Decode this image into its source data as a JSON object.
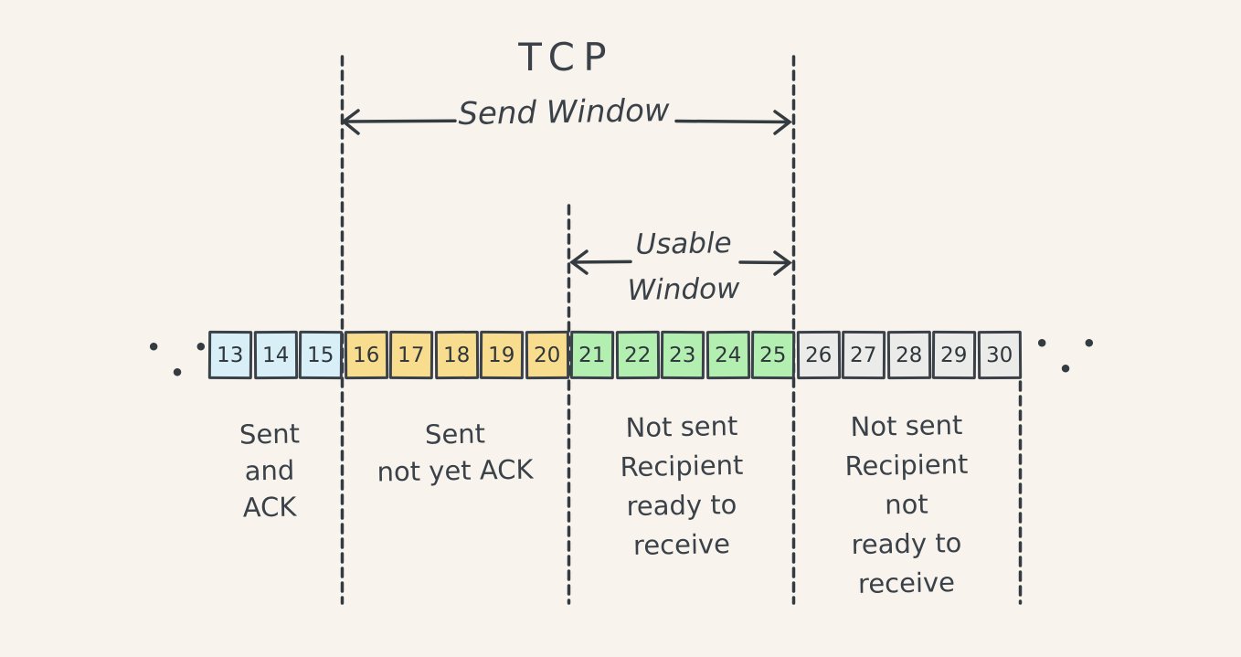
{
  "title": "TCP",
  "send_window": {
    "label": "Send Window"
  },
  "usable_window": {
    "lines": [
      "Usable",
      "Window"
    ]
  },
  "ellipsis": {
    "left": "• • •",
    "right": "• • •"
  },
  "sequence": {
    "cells": [
      {
        "value": "13",
        "group": "sent_acked"
      },
      {
        "value": "14",
        "group": "sent_acked"
      },
      {
        "value": "15",
        "group": "sent_acked"
      },
      {
        "value": "16",
        "group": "sent_not_acked"
      },
      {
        "value": "17",
        "group": "sent_not_acked"
      },
      {
        "value": "18",
        "group": "sent_not_acked"
      },
      {
        "value": "19",
        "group": "sent_not_acked"
      },
      {
        "value": "20",
        "group": "sent_not_acked"
      },
      {
        "value": "21",
        "group": "not_sent_ready"
      },
      {
        "value": "22",
        "group": "not_sent_ready"
      },
      {
        "value": "23",
        "group": "not_sent_ready"
      },
      {
        "value": "24",
        "group": "not_sent_ready"
      },
      {
        "value": "25",
        "group": "not_sent_ready"
      },
      {
        "value": "26",
        "group": "not_sent_not_ready"
      },
      {
        "value": "27",
        "group": "not_sent_not_ready"
      },
      {
        "value": "28",
        "group": "not_sent_not_ready"
      },
      {
        "value": "29",
        "group": "not_sent_not_ready"
      },
      {
        "value": "30",
        "group": "not_sent_not_ready"
      }
    ]
  },
  "groups": {
    "sent_acked": {
      "label_lines": [
        "Sent",
        "and",
        "ACK"
      ],
      "color": "#d8eff7"
    },
    "sent_not_acked": {
      "label_lines": [
        "Sent",
        "not yet ACK"
      ],
      "color": "#f9dd8e"
    },
    "not_sent_ready": {
      "label_lines": [
        "Not sent",
        "Recipient",
        "ready to",
        "receive"
      ],
      "color": "#b4efb2"
    },
    "not_sent_not_ready": {
      "label_lines": [
        "Not sent",
        "Recipient",
        "not",
        "ready to",
        "receive"
      ],
      "color": "#ebebe9"
    }
  },
  "colors": {
    "ink": "#3a4148",
    "background": "#f8f4ed"
  }
}
